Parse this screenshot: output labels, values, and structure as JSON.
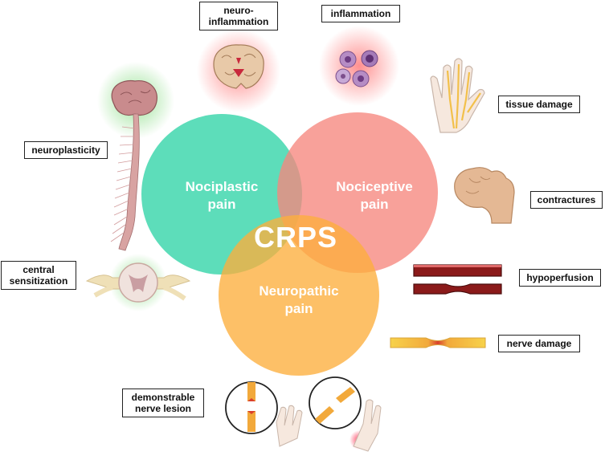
{
  "diagram": {
    "center_label": "CRPS",
    "circles": [
      {
        "id": "nociplastic",
        "line1": "Nociplastic",
        "line2": "pain",
        "color": "#2fd3a7"
      },
      {
        "id": "nociceptive",
        "line1": "Nociceptive",
        "line2": "pain",
        "color": "#f6867d"
      },
      {
        "id": "neuropathic",
        "line1": "Neuropathic",
        "line2": "pain",
        "color": "#fdae3c"
      }
    ],
    "labels": {
      "neuroinflammation_line1": "neuro-",
      "neuroinflammation_line2": "inflammation",
      "inflammation": "inflammation",
      "tissue_damage": "tissue damage",
      "contractures": "contractures",
      "hypoperfusion": "hypoperfusion",
      "nerve_damage": "nerve damage",
      "demonstrable_line1": "demonstrable",
      "demonstrable_line2": "nerve lesion",
      "central_line1": "central",
      "central_line2": "sensitization",
      "neuroplasticity": "neuroplasticity"
    }
  }
}
